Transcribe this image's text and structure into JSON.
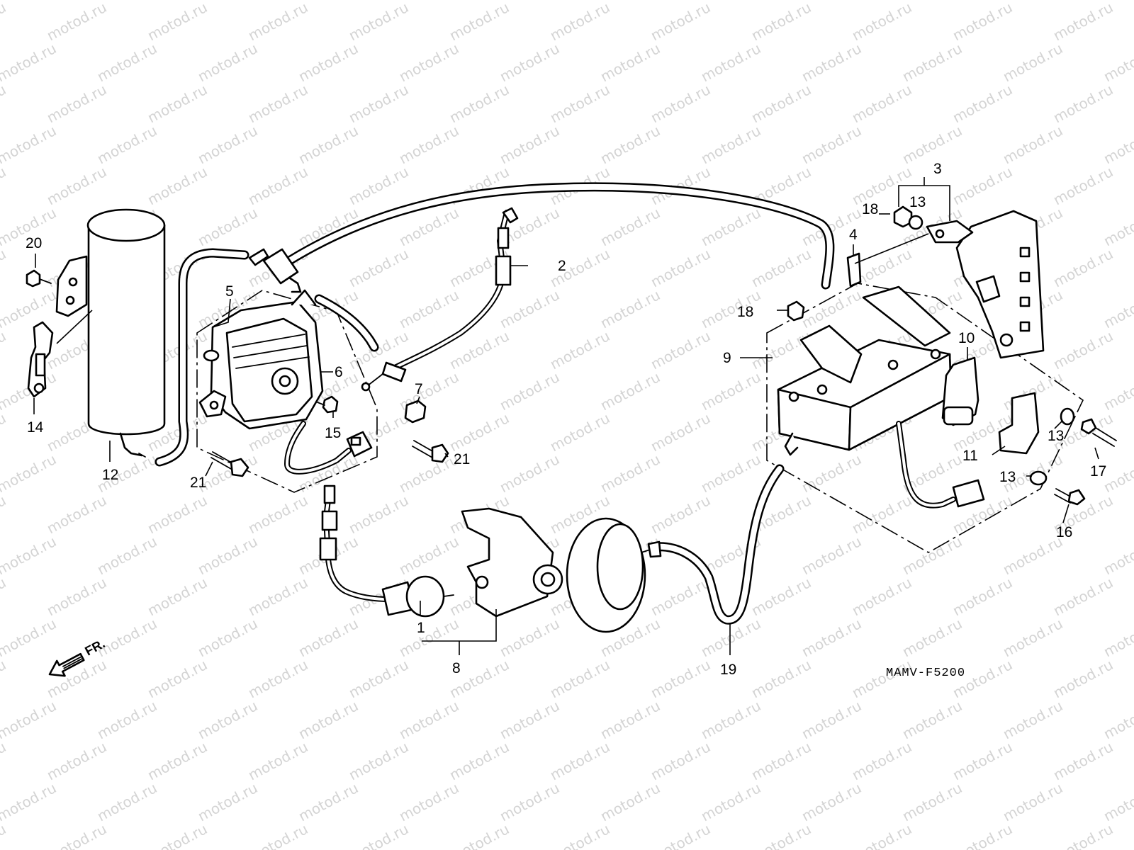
{
  "watermark": {
    "text": "motod.ru"
  },
  "diagram_code": "MAMV-F5200",
  "front_arrow": {
    "label": "FR."
  },
  "callouts": [
    {
      "id": "c1",
      "label": "1"
    },
    {
      "id": "c2",
      "label": "2"
    },
    {
      "id": "c3",
      "label": "3"
    },
    {
      "id": "c4",
      "label": "4"
    },
    {
      "id": "c5",
      "label": "5"
    },
    {
      "id": "c6",
      "label": "6"
    },
    {
      "id": "c7",
      "label": "7"
    },
    {
      "id": "c8",
      "label": "8"
    },
    {
      "id": "c9",
      "label": "9"
    },
    {
      "id": "c10",
      "label": "10"
    },
    {
      "id": "c11",
      "label": "11"
    },
    {
      "id": "c12",
      "label": "12"
    },
    {
      "id": "c13a",
      "label": "13"
    },
    {
      "id": "c13b",
      "label": "13"
    },
    {
      "id": "c13c",
      "label": "13"
    },
    {
      "id": "c14",
      "label": "14"
    },
    {
      "id": "c15",
      "label": "15"
    },
    {
      "id": "c16",
      "label": "16"
    },
    {
      "id": "c17",
      "label": "17"
    },
    {
      "id": "c18a",
      "label": "18"
    },
    {
      "id": "c18b",
      "label": "18"
    },
    {
      "id": "c19",
      "label": "19"
    },
    {
      "id": "c20",
      "label": "20"
    },
    {
      "id": "c21a",
      "label": "21"
    },
    {
      "id": "c21b",
      "label": "21"
    }
  ]
}
